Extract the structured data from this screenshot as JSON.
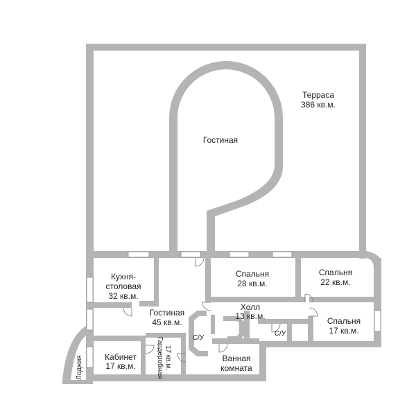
{
  "rooms": {
    "terrace": {
      "name": "Терраса",
      "area": "386 кв.м."
    },
    "living_top": {
      "name": "Гостиная"
    },
    "kitchen": {
      "name_1": "Кухня-",
      "name_2": "столовая",
      "area": "32 кв.м."
    },
    "living_bottom": {
      "name": "Гостиная",
      "area": "45 кв.м."
    },
    "bedroom_28": {
      "name": "Спальня",
      "area": "28 кв.м."
    },
    "bedroom_22": {
      "name": "Спальня",
      "area": "22 кв.м."
    },
    "bedroom_17": {
      "name": "Спальня",
      "area": "17 кв.м."
    },
    "hall": {
      "name": "Холл",
      "area": "13 кв.м."
    },
    "wc_left": {
      "name": "С/У"
    },
    "wc_right": {
      "name": "С/У"
    },
    "bathroom": {
      "name_1": "Ванная",
      "name_2": "комната"
    },
    "study": {
      "name": "Кабинет",
      "area": "17 кв.м."
    },
    "wardrobe": {
      "name": "Гардеробная",
      "area": "17 кв.м."
    },
    "loggia": {
      "name": "Лоджия"
    }
  },
  "colors": {
    "wall": "#b4b4b4",
    "background": "#ffffff",
    "text": "#222222"
  }
}
